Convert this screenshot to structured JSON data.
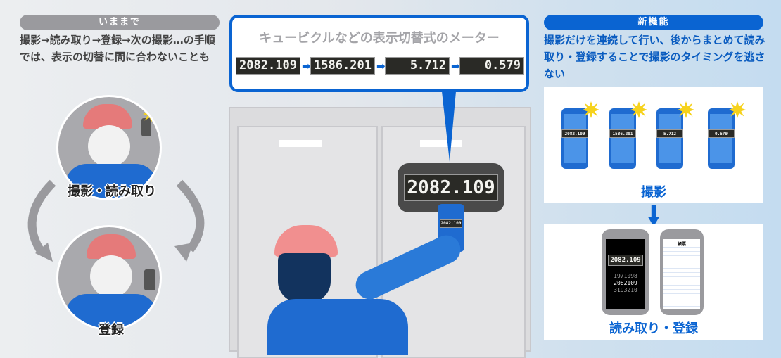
{
  "left": {
    "header": "いままで",
    "description": "撮影→読み取り→登録→次の撮影…の手順では、表示の切替に間に合わないことも",
    "step1": "撮影・読み取り",
    "step2": "登録"
  },
  "center": {
    "callout_title": "キュービクルなどの表示切替式のメーター",
    "readings": [
      "2082.109",
      "1586.201",
      "5.712",
      "0.579"
    ],
    "meter_display": "2082.109",
    "phone_display": "2082.109"
  },
  "right": {
    "header": "新機能",
    "description": "撮影だけを連続して行い、後からまとめて読み取り・登録することで撮影のタイミングを逃さない",
    "capture_label": "撮影",
    "read_label": "読み取り・登録",
    "ledger_title": "帳票",
    "scan_rows": [
      "1971098",
      "2082109",
      "3193210"
    ]
  },
  "colors": {
    "accent": "#0a64d2",
    "gray_pill": "#9a9a9e",
    "meter_bg": "#2a2a26"
  }
}
